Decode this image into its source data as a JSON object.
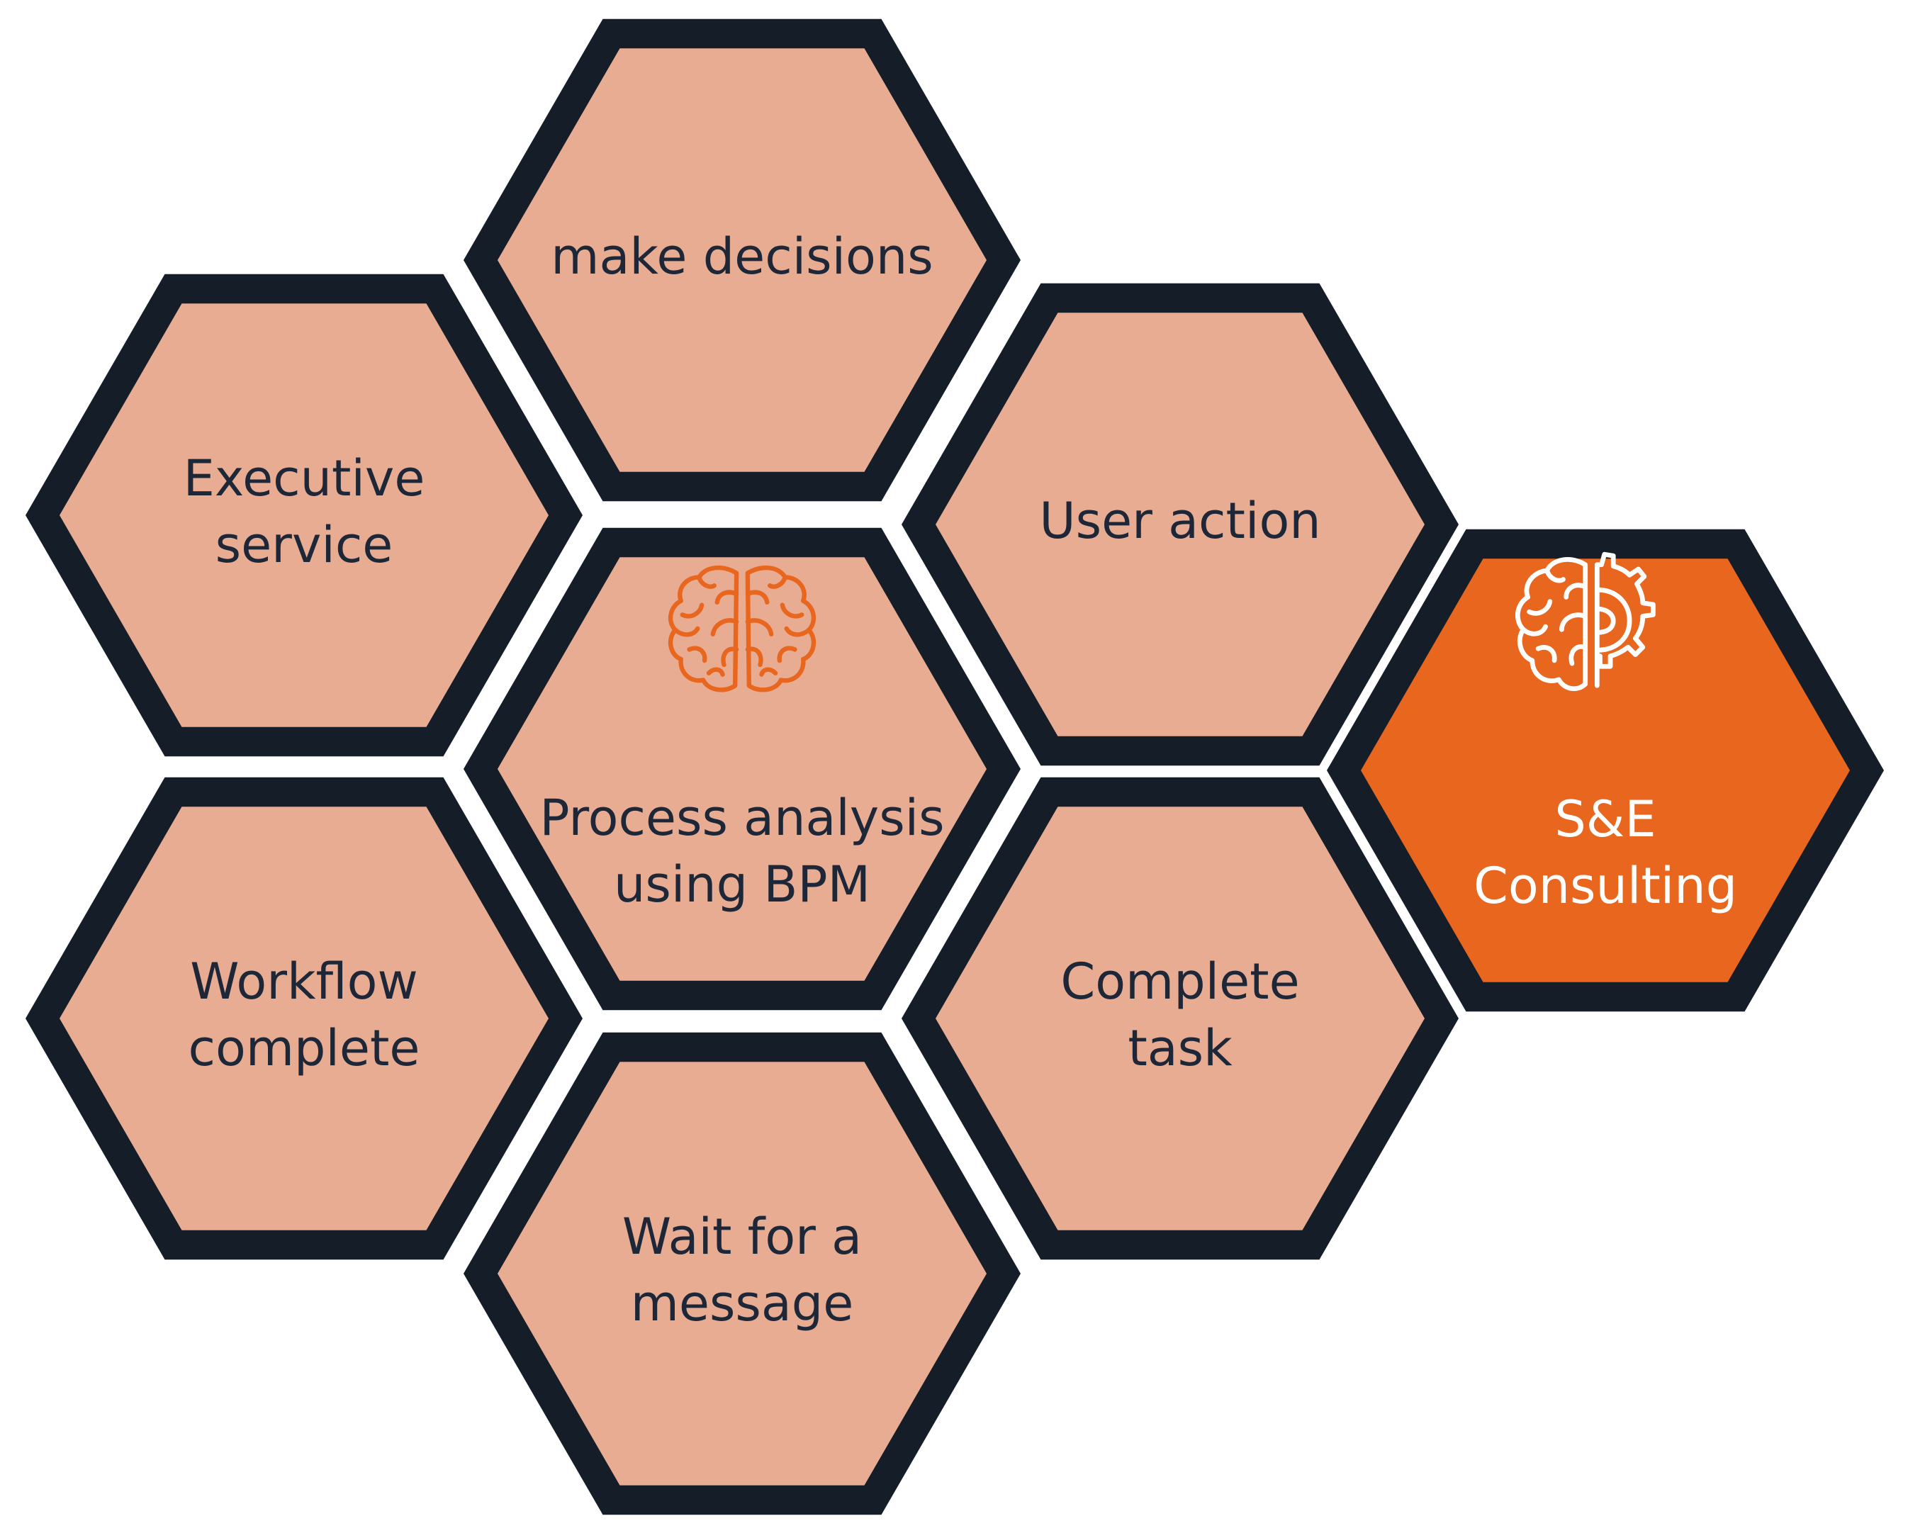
{
  "colors": {
    "border": "#151e28",
    "tile_fill": "#e8ac92",
    "highlight_fill": "#e8661e",
    "text_dark": "#1d2738",
    "text_light": "#ffffff",
    "icon_orange": "#e8661e",
    "icon_white": "#ffffff"
  },
  "hexes": [
    {
      "id": "make-decisions",
      "lines": [
        "make decisions"
      ],
      "highlight": false,
      "icon": ""
    },
    {
      "id": "executive-service",
      "lines": [
        "Executive",
        "service"
      ],
      "highlight": false,
      "icon": ""
    },
    {
      "id": "user-action",
      "lines": [
        "User action"
      ],
      "highlight": false,
      "icon": ""
    },
    {
      "id": "process-analysis",
      "lines": [
        "Process analysis",
        "using BPM"
      ],
      "highlight": false,
      "icon": "brain-icon"
    },
    {
      "id": "workflow-complete",
      "lines": [
        "Workflow",
        "complete"
      ],
      "highlight": false,
      "icon": ""
    },
    {
      "id": "complete-task",
      "lines": [
        "Complete",
        "task"
      ],
      "highlight": false,
      "icon": ""
    },
    {
      "id": "wait-for-message",
      "lines": [
        "Wait for a",
        "message"
      ],
      "highlight": false,
      "icon": ""
    },
    {
      "id": "se-consulting",
      "lines": [
        "S&E",
        "Consulting"
      ],
      "highlight": true,
      "icon": "brain-gear-icon"
    }
  ]
}
